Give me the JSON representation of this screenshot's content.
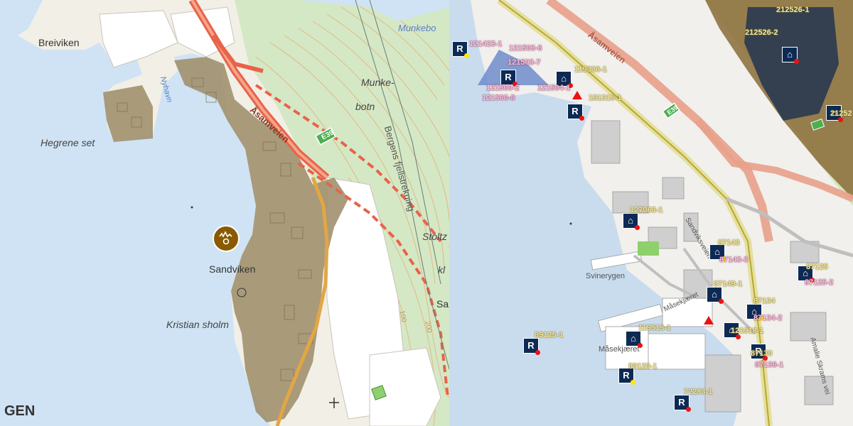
{
  "left_map": {
    "labels": {
      "breiviken": "Breiviken",
      "munkebotn_water": "Munkebo",
      "munke": "Munke-",
      "botn": "botn",
      "nyhavn": "Nyhavn",
      "hegreneset": "Hegrene set",
      "asamveien": "Åsamveien",
      "e39": "E39",
      "bergens_fjellstrekning": "Bergens fjellstrekning",
      "stoltz": "Stoltz",
      "sandviken": "Sandviken",
      "kristiansholm": "Kristian sholm",
      "gen": "GEN",
      "contour_100": "100",
      "contour_200": "200",
      "sa": "Sa",
      "kl": "kl"
    },
    "colors": {
      "water": "#cfe3f5",
      "protected_area": "#a1906e",
      "forest": "#d3e7c4",
      "contour": "#e2b886",
      "motorway": "#e8634a"
    },
    "poi_icon": "culture-heritage-icon"
  },
  "right_map": {
    "labels": {
      "asamveien": "Åsamveien",
      "svinerygen": "Svinerygen",
      "masekjaeret": "Måsekjæret",
      "masekjaeret_street": "Måsekjæret",
      "amalie_skrams_vei": "Amalie Skrams vei",
      "sanviksveien": "Sandviksveien",
      "e39": "E39"
    },
    "colors": {
      "water": "#c9dcee",
      "highlight_zone": "#344050",
      "marker_bg": "#0d2a55",
      "vegetation": "#d6e3b8",
      "brown_zone": "#8a6c38"
    },
    "features": [
      {
        "id": "121423-1",
        "icon": "R",
        "style": "pink"
      },
      {
        "id": "121503-6",
        "icon": "R",
        "style": "pink"
      },
      {
        "id": "121503-7",
        "icon": "R",
        "style": "pink"
      },
      {
        "id": "121500-2",
        "icon": "R",
        "style": "pink"
      },
      {
        "id": "121500-8",
        "icon": "R",
        "style": "pink"
      },
      {
        "id": "119336-1",
        "icon": "house",
        "style": "gold"
      },
      {
        "id": "121504-1",
        "icon": "house",
        "style": "pink"
      },
      {
        "id": "181315-1",
        "icon": "R",
        "style": "gold"
      },
      {
        "id": "212526-1",
        "icon": "house",
        "style": "gold"
      },
      {
        "id": "212526-2",
        "icon": "house",
        "style": "gold"
      },
      {
        "id": "21252",
        "icon": "house",
        "style": "gold"
      },
      {
        "id": "127063-1",
        "icon": "house",
        "style": "gold"
      },
      {
        "id": "87143",
        "icon": "house",
        "style": "gold"
      },
      {
        "id": "87143-3",
        "icon": "house",
        "style": "pink"
      },
      {
        "id": "87149-1",
        "icon": "house",
        "style": "gold"
      },
      {
        "id": "87134",
        "icon": "house",
        "style": "gold"
      },
      {
        "id": "87134-2",
        "icon": "house",
        "style": "pink"
      },
      {
        "id": "87125",
        "icon": "house",
        "style": "gold"
      },
      {
        "id": "87125-2",
        "icon": "house",
        "style": "pink"
      },
      {
        "id": "121918-1",
        "icon": "house",
        "style": "gold"
      },
      {
        "id": "87130",
        "icon": "R",
        "style": "gold"
      },
      {
        "id": "87136-1",
        "icon": "R",
        "style": "pink"
      },
      {
        "id": "89125-1",
        "icon": "R",
        "style": "gold"
      },
      {
        "id": "119515-1",
        "icon": "house",
        "style": "gold"
      },
      {
        "id": "89129-1",
        "icon": "R",
        "style": "gold"
      },
      {
        "id": "72283-1",
        "icon": "R",
        "style": "gold"
      }
    ]
  }
}
